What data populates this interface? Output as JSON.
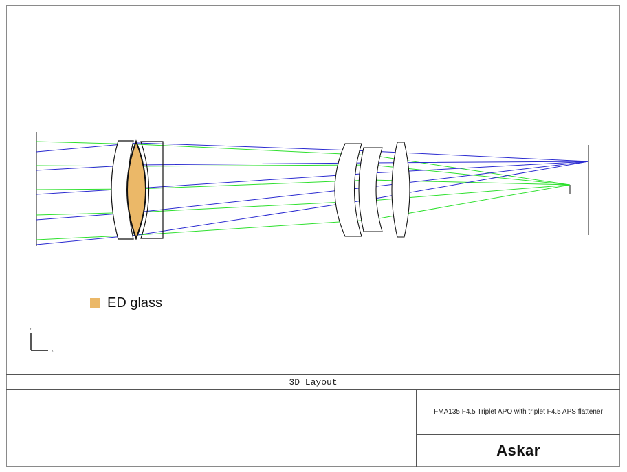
{
  "diagram": {
    "view_label": "3D Layout",
    "legend": {
      "swatch_color": "#ebb868",
      "label": "ED glass"
    },
    "axis_labels": {
      "vertical": "Y",
      "horizontal": "Z"
    },
    "description": "FMA135 F4.5 Triplet APO with triplet F4.5 APS flattener",
    "logo_text": "Askar",
    "colors": {
      "ray_blue": "#2a2ad0",
      "ray_green": "#2ee02e",
      "lens_outline": "#111111",
      "ed_glass": "#ebb868"
    }
  }
}
